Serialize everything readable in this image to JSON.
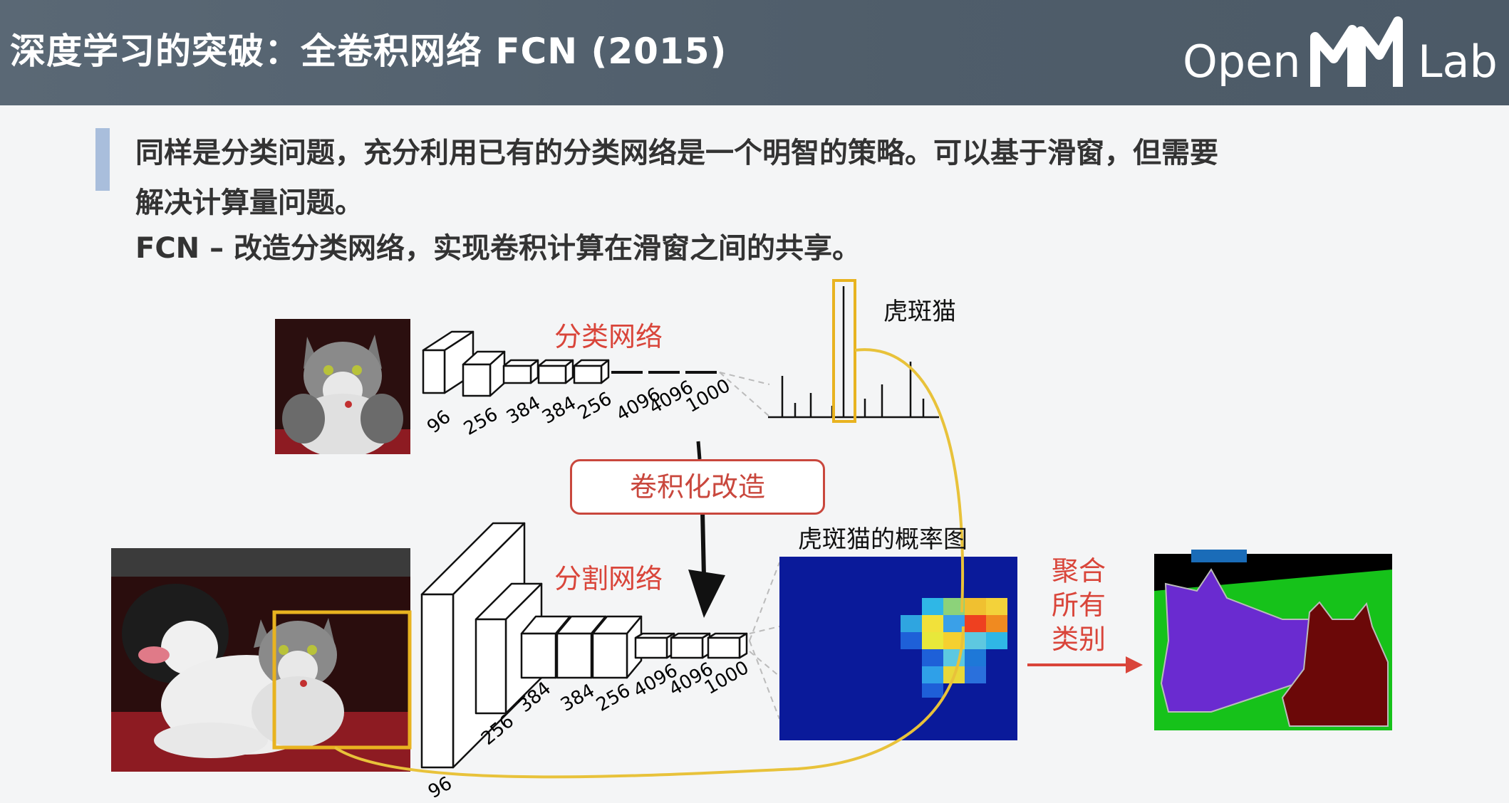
{
  "slide": {
    "title": "深度学习的突破：全卷积网络 FCN (2015)",
    "logo": {
      "left": "Open",
      "right": "Lab"
    },
    "lines": [
      "同样是分类问题，充分利用已有的分类网络是一个明智的策略。可以基于滑窗，但需要",
      "解决计算量问题。",
      "FCN – 改造分类网络，实现卷积计算在滑窗之间的共享。"
    ]
  },
  "diagram": {
    "classification_label": "分类网络",
    "segmentation_label": "分割网络",
    "conversion_label": "卷积化改造",
    "top_output_label": "虎斑猫",
    "heatmap_label": "虎斑猫的概率图",
    "aggregate_label": [
      "聚合",
      "所有",
      "类别"
    ],
    "top_layer_numbers": [
      "96",
      "256",
      "384",
      "384",
      "256",
      "4096",
      "4096",
      "1000"
    ],
    "bottom_layer_numbers": [
      "96",
      "256",
      "384",
      "384",
      "256",
      "4096",
      "4096",
      "1000"
    ]
  },
  "colors": {
    "header_bg": "#56636f",
    "accent_red": "#d9453a",
    "highlight_yellow": "#e8b320",
    "heatmap_bg": "#0a1a9a"
  }
}
